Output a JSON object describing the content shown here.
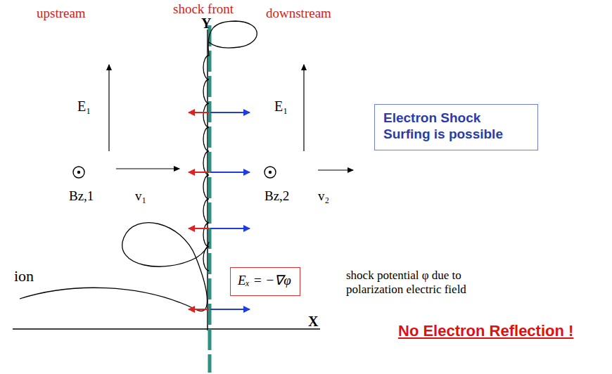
{
  "diagram": {
    "nodes": [
      {
        "text": [
          "Electron Shock Surfing is possible"
        ]
      },
      {
        "text": [
          "Eₓ = −∇φ"
        ]
      }
    ],
    "labels": [
      "upstream",
      "shock front",
      "downstream",
      "Y",
      "E₁",
      "E₁",
      "Bz,1",
      "v₁",
      "Bz,2",
      "v₂",
      "ion",
      "shock potential φ due to polarization electric field",
      "X",
      "No Electron Reflection !"
    ]
  }
}
